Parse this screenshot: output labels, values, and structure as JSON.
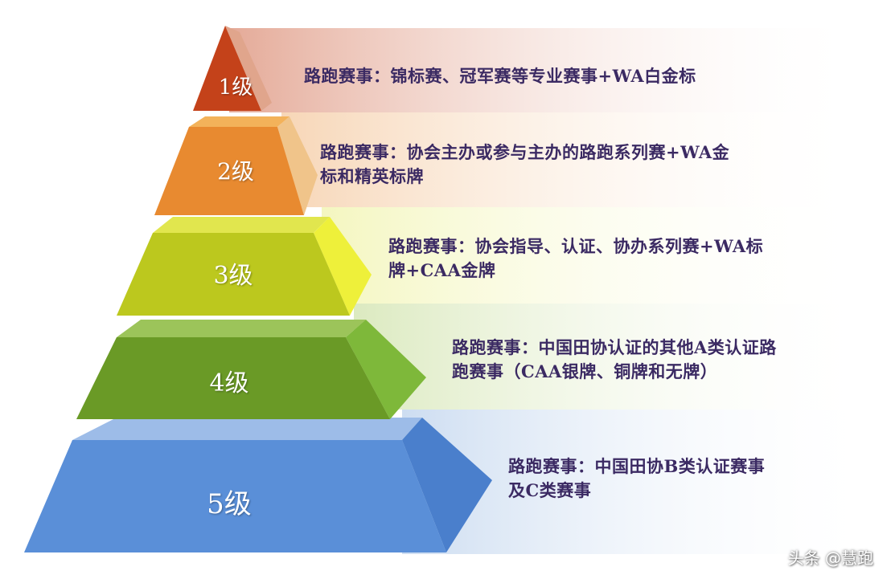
{
  "levels": [
    {
      "label": "1级",
      "text_line1": "路跑赛事：锦标赛、冠军赛等专业赛事+WA白金标",
      "text_line2": "",
      "color": "#c4421a"
    },
    {
      "label": "2级",
      "text_line1": "路跑赛事：协会主办或参与主办的路跑系列赛+WA金",
      "text_line2": "标和精英标牌",
      "color": "#e88a30"
    },
    {
      "label": "3级",
      "text_line1": "路跑赛事：协会指导、认证、协办系列赛+WA标",
      "text_line2": "牌+CAA金牌",
      "color": "#c9d321"
    },
    {
      "label": "4级",
      "text_line1": "路跑赛事：中国田协认证的其他A类认证路",
      "text_line2": "跑赛事（CAA银牌、铜牌和无牌）",
      "color": "#6fa12a"
    },
    {
      "label": "5级",
      "text_line1": "路跑赛事：中国田协B类认证赛事",
      "text_line2": "及C类赛事",
      "color": "#5a8fd8"
    }
  ],
  "watermark": "头条 @慧跑"
}
